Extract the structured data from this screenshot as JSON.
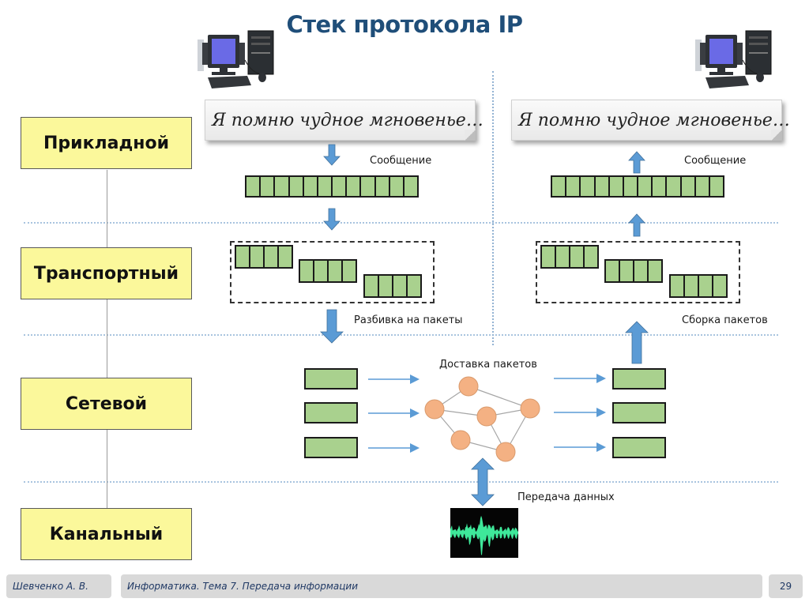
{
  "title": "Стек протокола IP",
  "layers": [
    {
      "label": "Прикладной"
    },
    {
      "label": "Транспортный"
    },
    {
      "label": "Сетевой"
    },
    {
      "label": "Канальный"
    }
  ],
  "sender": {
    "icon": "desktop-computer-icon",
    "message_text": "Я помню чудное мгновенье…",
    "message_label": "Сообщение",
    "message_cells": 12,
    "packet_groups": [
      4,
      4,
      4
    ],
    "split_label": "Разбивка на пакеты",
    "network_packets": 3
  },
  "receiver": {
    "icon": "desktop-computer-icon",
    "message_text": "Я помню чудное мгновенье…",
    "message_label": "Сообщение",
    "message_cells": 12,
    "packet_groups": [
      4,
      4,
      4
    ],
    "assembly_label": "Сборка пакетов",
    "network_packets": 3
  },
  "network": {
    "label": "Доставка пакетов",
    "node_count": 6,
    "edges": [
      [
        0,
        1
      ],
      [
        0,
        3
      ],
      [
        1,
        2
      ],
      [
        2,
        3
      ],
      [
        1,
        4
      ],
      [
        4,
        5
      ],
      [
        2,
        5
      ],
      [
        3,
        5
      ]
    ]
  },
  "physical": {
    "label": "Передача данных",
    "icon": "waveform-signal-icon"
  },
  "colors": {
    "title": "#1f4e79",
    "layer_fill": "#fbf89b",
    "cell_fill": "#a9d18e",
    "arrow": "#5b9bd5",
    "node_fill": "#f4b183",
    "signal": "#3ee89a"
  },
  "footer": {
    "author": "Шевченко А. В.",
    "course": "Информатика. Тема 7. Передача информации",
    "page": "29"
  }
}
